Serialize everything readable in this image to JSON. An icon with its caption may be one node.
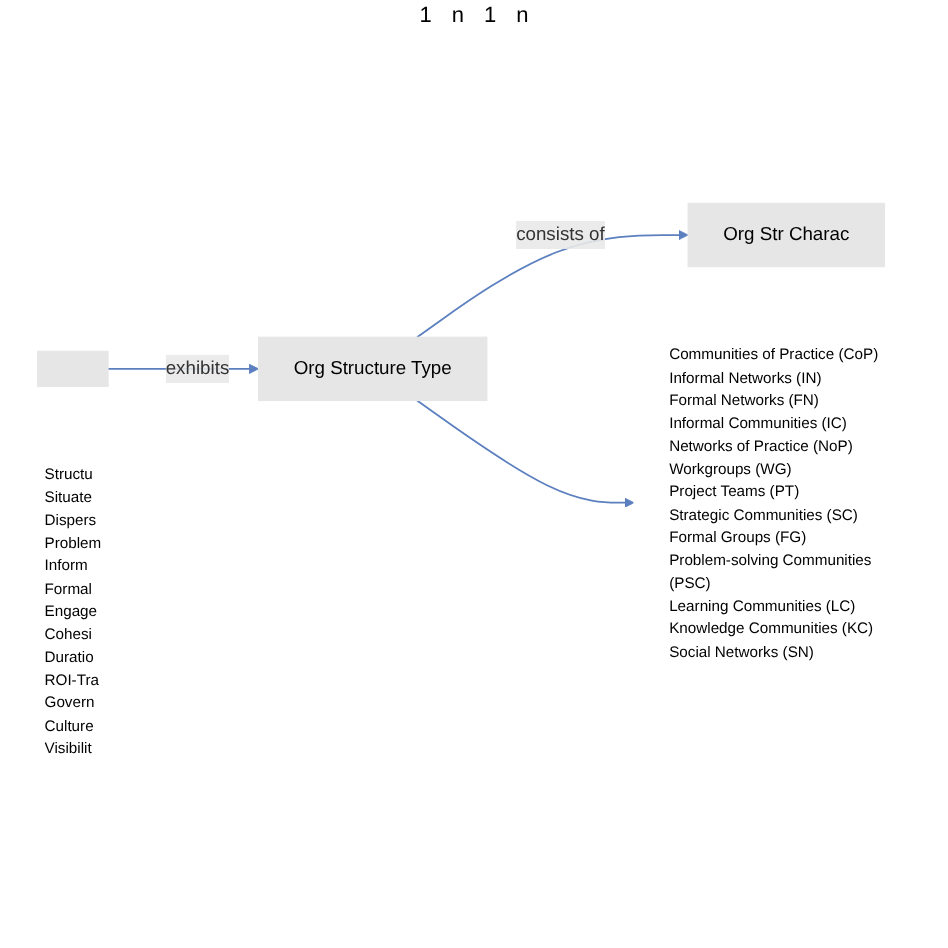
{
  "diagram": {
    "nodes": [
      {
        "text": [],
        "shape": "box"
      },
      {
        "text": [
          "Org Structure Type"
        ]
      },
      {
        "text": [
          "Org Str Charac"
        ]
      },
      {
        "text": [
          "Communities of Practice (CoP)",
          "Informal Networks (IN)",
          "Formal Networks (FN)",
          "Informal Communities (IC)",
          "Networks of Practice (NoP)",
          "Workgroups (WG)",
          "Project Teams (PT)",
          "Strategic Communities (SC)",
          "Formal Groups (FG)",
          "Problem-solving Communities (PSC)",
          "Learning Communities (LC)",
          "Knowledge Communities (KC)",
          "Social Networks (SN)"
        ]
      },
      {
        "text": [
          "Structu",
          "Situate",
          "Dispers",
          "Problem",
          "Inform",
          "Formal",
          "Engage",
          "Cohesi",
          "Duratio",
          "ROI-Tra",
          "Govern",
          "Culture",
          "Visibilit"
        ]
      }
    ],
    "edges": [
      {
        "from": 0,
        "to": 1,
        "arrow": "to",
        "label": "exhibits"
      },
      {
        "from": 1,
        "to": 2,
        "arrow": "to",
        "label": "consists of"
      },
      {
        "from": 1,
        "to": 3,
        "arrow": "to"
      }
    ],
    "labels": [
      "1",
      "n",
      "1",
      "n"
    ]
  }
}
